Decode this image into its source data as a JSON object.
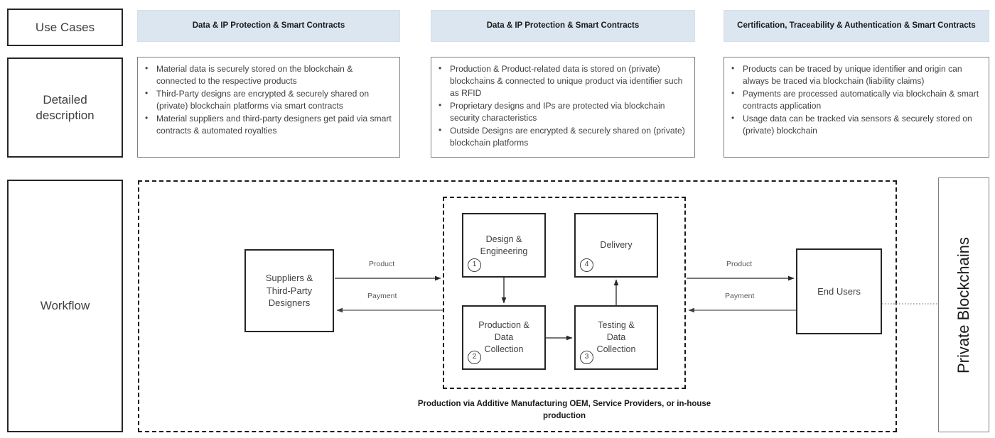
{
  "row_labels": {
    "use_cases": "Use Cases",
    "detailed_description": "Detailed\ndescription",
    "workflow": "Workflow"
  },
  "columns": [
    {
      "header": "Data & IP Protection & Smart Contracts",
      "bullets": [
        "Material data is securely stored on the blockchain & connected to the respective products",
        "Third-Party designs are encrypted & securely shared on (private) blockchain platforms via smart contracts",
        "Material suppliers and third-party designers get paid via smart contracts & automated royalties"
      ]
    },
    {
      "header": "Data & IP Protection & Smart Contracts",
      "bullets": [
        "Production & Product-related data is stored on (private) blockchains & connected to unique product via identifier such as RFID",
        "Proprietary designs and IPs are protected via blockchain security characteristics",
        "Outside Designs are encrypted & securely shared on (private) blockchain platforms"
      ]
    },
    {
      "header": "Certification, Traceability & Authentication & Smart Contracts",
      "bullets": [
        "Products can be traced by unique identifier and origin can always be traced via blockchain (liability claims)",
        "Payments are processed automatically via blockchain & smart contracts application",
        "Usage data can be tracked via sensors & securely stored on (private) blockchain"
      ]
    }
  ],
  "workflow": {
    "nodes": {
      "suppliers": "Suppliers &\nThird-Party\nDesigners",
      "design": "Design &\nEngineering",
      "production": "Production &\nData\nCollection",
      "testing": "Testing &\nData\nCollection",
      "delivery": "Delivery",
      "end_users": "End Users"
    },
    "step_numbers": {
      "design": "1",
      "production": "2",
      "testing": "3",
      "delivery": "4"
    },
    "arrow_labels": {
      "product_left": "Product",
      "payment_left": "Payment",
      "product_right": "Product",
      "payment_right": "Payment"
    },
    "caption": "Production via Additive Manufacturing OEM, Service Providers, or in-house production",
    "private_blockchains": "Private Blockchains"
  },
  "colors": {
    "header_fill": "#dce6f1",
    "box_border": "#262626",
    "detail_border": "#808080",
    "text": "#404040"
  }
}
